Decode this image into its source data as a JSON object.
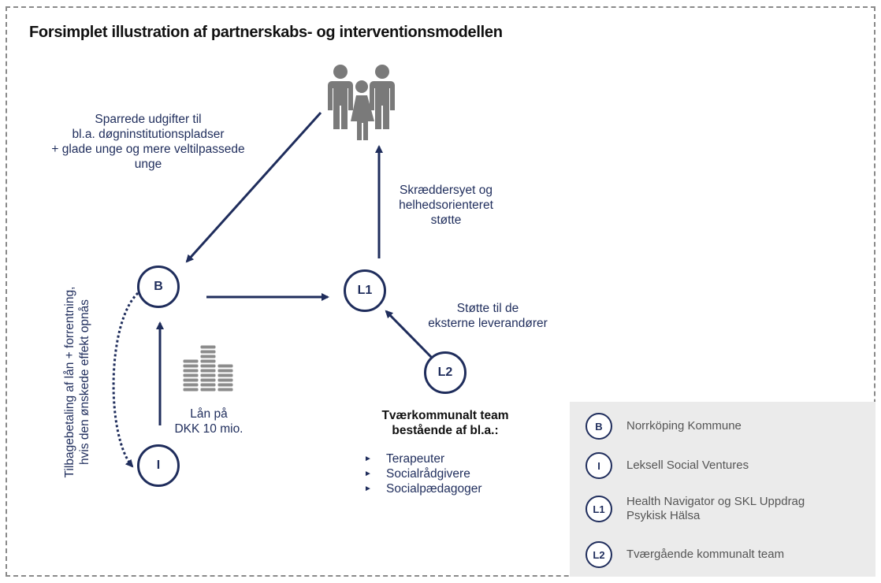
{
  "title": "Forsimplet illustration af partnerskabs- og interventionsmodellen",
  "nodes": {
    "B": "B",
    "I": "I",
    "L1": "L1",
    "L2": "L2"
  },
  "labels": {
    "savings_line1": "Sparrede udgifter til",
    "savings_line2": "bl.a. døgninstitutionspladser",
    "savings_line3": "+ glade unge og mere veltilpassede",
    "savings_line4": "unge",
    "support_line1": "Skræddersyet og",
    "support_line2": "helhedsorienteret",
    "support_line3": "støtte",
    "external_line1": "Støtte til de",
    "external_line2": "eksterne leverandører",
    "loan_line1": "Lån på",
    "loan_line2": "DKK 10 mio.",
    "repay_line1": "Tilbagebetaling af lån + forrentning,",
    "repay_line2": "hvis den ønskede effekt opnås"
  },
  "team": {
    "title_line1": "Tværkommunalt team",
    "title_line2": "bestående af bl.a.:",
    "members": [
      "Terapeuter",
      "Socialrådgivere",
      "Socialpædagoger"
    ]
  },
  "legend": [
    {
      "code": "B",
      "text_line1": "Norrköping Kommune",
      "text_line2": ""
    },
    {
      "code": "I",
      "text_line1": "Leksell Social Ventures",
      "text_line2": ""
    },
    {
      "code": "L1",
      "text_line1": "Health Navigator og SKL Uppdrag",
      "text_line2": "Psykisk Hälsa"
    },
    {
      "code": "L2",
      "text_line1": "Tværgående kommunalt team",
      "text_line2": ""
    }
  ],
  "icons": {
    "family": "family-icon",
    "coins": "coin-stacks-icon",
    "bullet": "triangle-bullet-icon"
  },
  "colors": {
    "primary": "#1f2d5c",
    "legend_bg": "#ebebeb",
    "legend_text": "#555555",
    "icon_gray": "#7a7a7a"
  }
}
